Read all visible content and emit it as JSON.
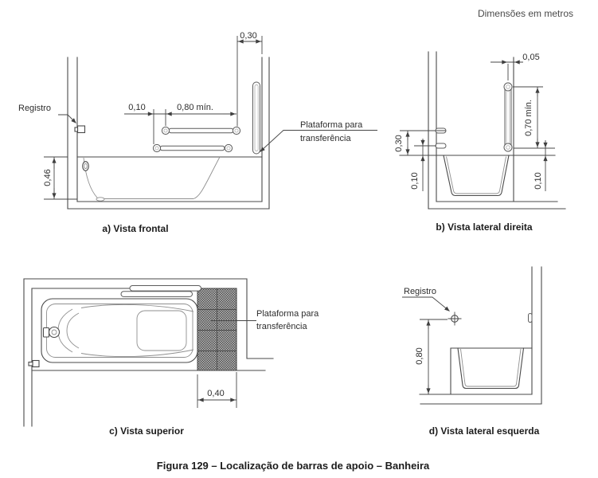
{
  "unit_note": "Dimensões em metros",
  "caption": "Figura 129 – Localização de barras de apoio – Banheira",
  "labels": {
    "registro": "Registro",
    "plataforma_line1": "Plataforma para",
    "plataforma_line2": "transferência"
  },
  "views": {
    "frontal": {
      "title": "a) Vista frontal",
      "dims": {
        "offset_030": "0,30",
        "offset_010": "0,10",
        "bar_len": "0,80 mín.",
        "tub_depth": "0,46"
      }
    },
    "lateral_direita": {
      "title": "b) Vista lateral direita",
      "dims": {
        "gap_005": "0,05",
        "vert_bar_len": "0,70 mín.",
        "upper_bar": "0,30",
        "lower_bar": "0,10",
        "vert_bar_bottom": "0,10"
      }
    },
    "superior": {
      "title": "c) Vista superior",
      "dims": {
        "platform_width": "0,40"
      }
    },
    "lateral_esquerda": {
      "title": "d) Vista lateral esquerda",
      "dims": {
        "registro_height": "0,80"
      }
    }
  },
  "colors": {
    "line": "#4a4a4a",
    "hatch_dark": "#4e4e4e",
    "hatch_light": "#b9b9b9"
  }
}
